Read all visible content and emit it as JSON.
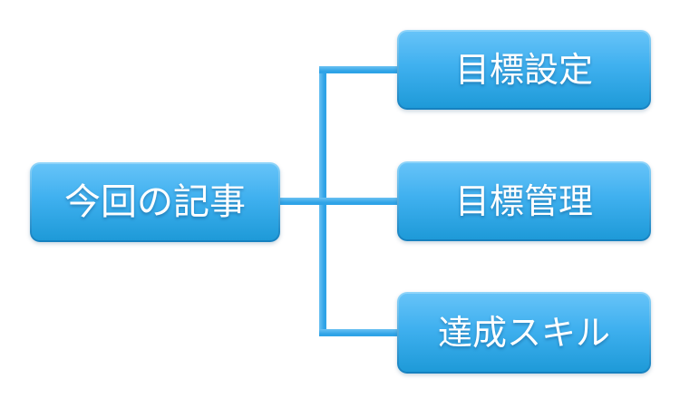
{
  "diagram": {
    "type": "hierarchy",
    "root": {
      "label": "今回の記事"
    },
    "children": [
      {
        "label": "目標設定"
      },
      {
        "label": "目標管理"
      },
      {
        "label": "達成スキル"
      }
    ],
    "colors": {
      "box-top": "#66c3f8",
      "box-mid": "#3fb0ef",
      "box-bottom": "#1e9ad8",
      "box-border-top": "#90d5fa",
      "box-border-bottom": "#1480bf",
      "connector-light": "#6ac1f2",
      "connector-dark": "#2ea3e7",
      "text": "#ffffff",
      "background": "#ffffff"
    }
  }
}
